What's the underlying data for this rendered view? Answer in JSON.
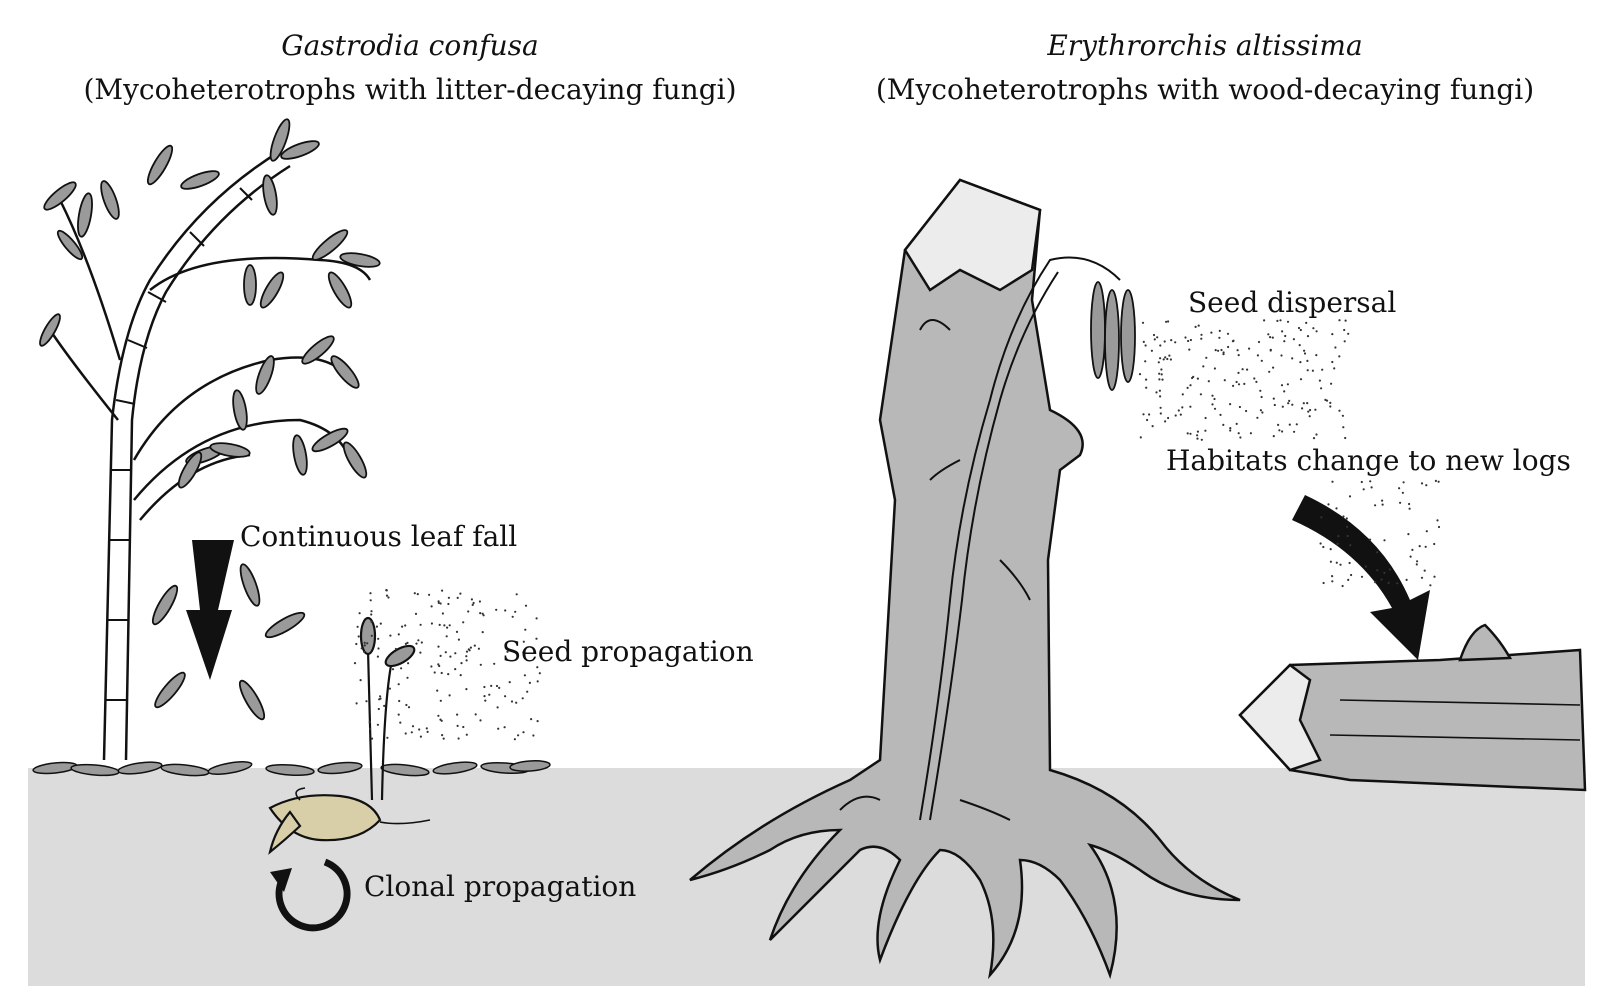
{
  "left_panel": {
    "species": "Gastrodia confusa",
    "description": "(Mycoheterotrophs with litter-decaying fungi)",
    "labels": {
      "leaf_fall": "Continuous leaf fall",
      "seed": "Seed propagation",
      "clonal": "Clonal propagation"
    }
  },
  "right_panel": {
    "species": "Erythrorchis altissima",
    "description": "(Mycoheterotrophs with wood-decaying fungi)",
    "labels": {
      "seed_dispersal": "Seed dispersal",
      "habitat_change": "Habitats change to new logs"
    }
  },
  "colors": {
    "ground": "#dcdcdc",
    "trunk": "#b8b8b8",
    "leaf": "#9a9a9a",
    "tuber": "#d8cfa8",
    "ink": "#111111"
  }
}
